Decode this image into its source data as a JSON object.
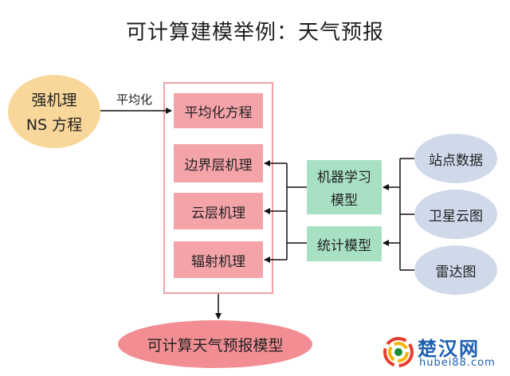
{
  "title": "可计算建模举例：天气预报",
  "left_node": {
    "line1": "强机理",
    "line2": "NS 方程"
  },
  "edge_label": "平均化",
  "process_boxes": [
    "平均化方程",
    "边界层机理",
    "云层机理",
    "辐射机理"
  ],
  "ml_box": {
    "line1": "机器学习",
    "line2": "模型"
  },
  "stat_box": "统计模型",
  "data_sources": [
    "站点数据",
    "卫星云图",
    "雷达图"
  ],
  "output_node": "可计算天气预报模型",
  "watermark": {
    "cn": "楚汉网",
    "url": "hubei88.com"
  },
  "colors": {
    "orange": "#f9d79b",
    "pink_box": "#f4a3a8",
    "pink_frame": "#f2a0a6",
    "green_box": "#a8e0c4",
    "blue_ellipse": "#cfd9ea",
    "output_ellipse": "#f28e93",
    "watermark_blue": "#1b5fb0"
  }
}
